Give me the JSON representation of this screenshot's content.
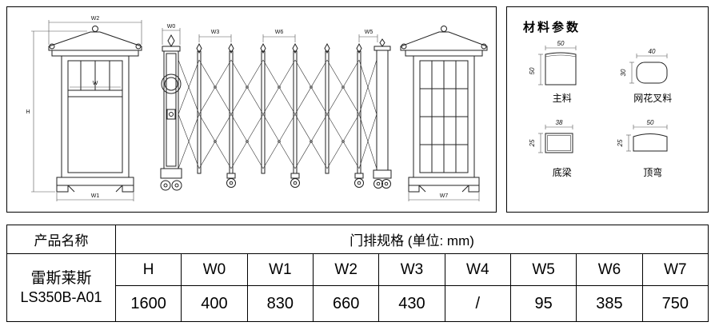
{
  "drawing": {
    "labels": {
      "h": "H",
      "w": "W",
      "w0": "W0",
      "w1": "W1",
      "w2": "W2",
      "w3": "W3",
      "w5": "W5",
      "w6": "W6",
      "w7": "W7"
    }
  },
  "materials": {
    "title": "材料参数",
    "items": [
      {
        "name": "主料",
        "w": "50",
        "h": "50"
      },
      {
        "name": "网花叉料",
        "w": "40",
        "h": "30"
      },
      {
        "name": "底梁",
        "w": "38",
        "h": "25"
      },
      {
        "name": "顶弯",
        "w": "50",
        "h": "25"
      }
    ]
  },
  "table": {
    "product_name_label": "产品名称",
    "spec_header": "门排规格 (单位: mm)",
    "product_brand": "雷斯莱斯",
    "product_model": "LS350B-A01",
    "columns": [
      "H",
      "W0",
      "W1",
      "W2",
      "W3",
      "W4",
      "W5",
      "W6",
      "W7"
    ],
    "values": [
      "1600",
      "400",
      "830",
      "660",
      "430",
      "/",
      "95",
      "385",
      "750"
    ]
  }
}
